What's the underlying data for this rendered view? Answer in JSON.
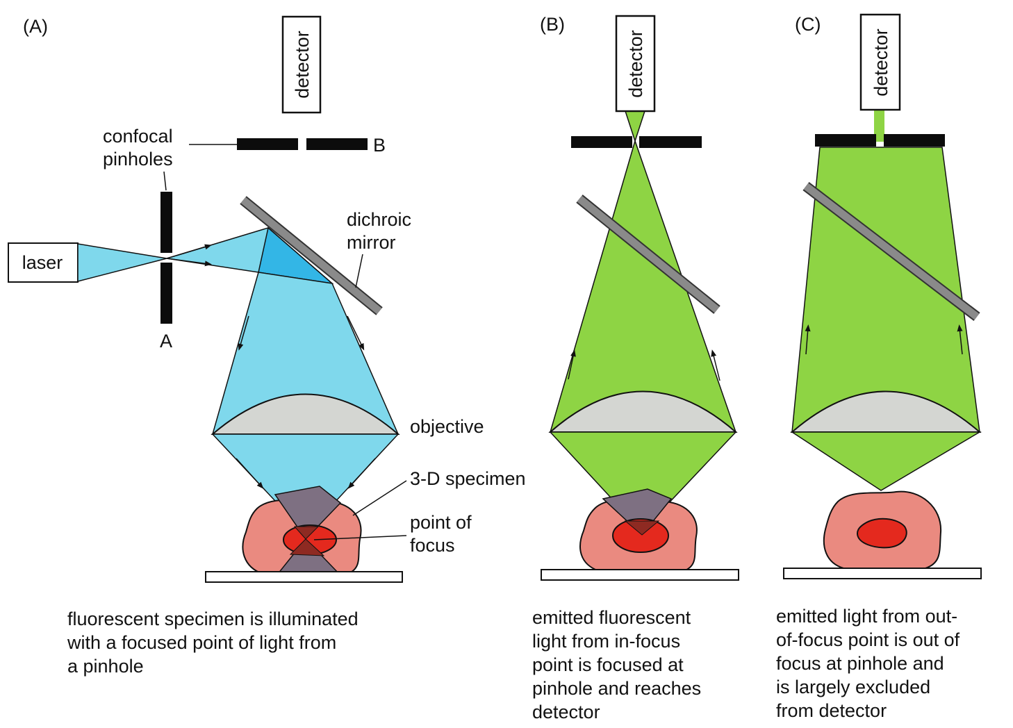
{
  "colors": {
    "blue_light": "#7fd8ec",
    "blue_dark": "#33b6e6",
    "green": "#8ed444",
    "green_light": "#a8e36a",
    "lens": "#d4d6d2",
    "mirror": "#8a8a8a",
    "specimen": "#ea8a80",
    "focus": "#e4291e",
    "grey_cone": "#7e7082",
    "pinhole": "#0c0c0c",
    "maroon": "#8e2a22"
  },
  "panel_a": {
    "tag": "(A)",
    "detector": "detector",
    "confocal_pinholes": [
      "confocal",
      "pinholes"
    ],
    "pinhole_b": "B",
    "pinhole_a": "A",
    "laser": "laser",
    "dichroic_mirror": [
      "dichroic",
      "mirror"
    ],
    "objective": "objective",
    "specimen_3d": "3-D specimen",
    "point_of_focus": [
      "point of",
      "focus"
    ],
    "caption": [
      "fluorescent specimen is illuminated",
      "with a focused point of light from",
      "a pinhole"
    ]
  },
  "panel_b": {
    "tag": "(B)",
    "detector": "detector",
    "caption": [
      "emitted fluorescent",
      "light from in-focus",
      "point is focused at",
      "pinhole and reaches",
      "detector"
    ]
  },
  "panel_c": {
    "tag": "(C)",
    "detector": "detector",
    "caption": [
      "emitted light from out-",
      "of-focus point is out of",
      "focus at pinhole and",
      "is largely excluded",
      "from detector"
    ]
  }
}
